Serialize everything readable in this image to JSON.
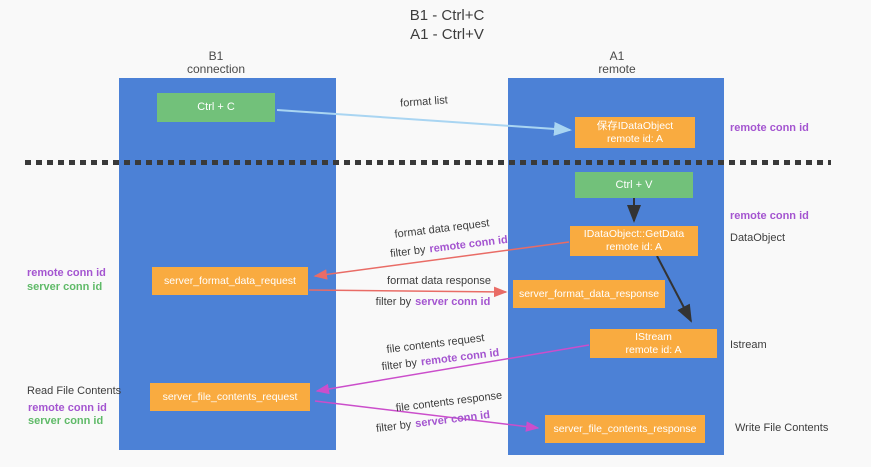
{
  "title": {
    "line1": "B1 - Ctrl+C",
    "line2": "A1 - Ctrl+V"
  },
  "lanes": {
    "left": {
      "name": "B1",
      "role": "connection"
    },
    "right": {
      "name": "A1",
      "role": "remote"
    }
  },
  "nodes": {
    "ctrl_c": {
      "label": "Ctrl + C"
    },
    "save_dataobject": {
      "line1": "保存IDataObject",
      "line2": "remote id: A"
    },
    "ctrl_v": {
      "label": "Ctrl + V"
    },
    "getdata": {
      "line1": "IDataObject::GetData",
      "line2": "remote id: A"
    },
    "server_format_data_request": {
      "label": "server_format_data_request"
    },
    "server_format_data_response": {
      "label": "server_format_data_response"
    },
    "istream": {
      "line1": "IStream",
      "line2": "remote id: A"
    },
    "server_file_contents_request": {
      "label": "server_file_contents_request"
    },
    "server_file_contents_response": {
      "label": "server_file_contents_response"
    }
  },
  "edges": {
    "format_list": "format list",
    "format_data_request": "format data request",
    "format_data_response": "format data response",
    "file_contents_request": "file contents request",
    "file_contents_response": "file contents response",
    "filter_by": "filter by",
    "remote_conn_id": "remote conn id",
    "server_conn_id": "server conn id"
  },
  "annotations": {
    "remote_conn_id_top": "remote conn id",
    "remote_conn_id_middle": "remote conn id",
    "dataobject": "DataObject",
    "istream": "Istream",
    "write_file_contents": "Write File Contents",
    "read_file_contents": "Read File Contents",
    "left_group1": {
      "remote": "remote conn id",
      "server": "server conn id"
    },
    "left_group2": {
      "remote": "remote conn id",
      "server": "server conn id"
    }
  },
  "colors": {
    "background": "#f9f9f9",
    "lane_blue": "#4c81d6",
    "node_orange": "#f9ab40",
    "node_green": "#72c17a",
    "arrow_light_blue": "#a9d5f2",
    "arrow_red": "#e96c66",
    "arrow_magenta": "#cb4ecb",
    "arrow_black": "#333333",
    "text_purple": "#a455d0",
    "text_green": "#5fba68"
  }
}
